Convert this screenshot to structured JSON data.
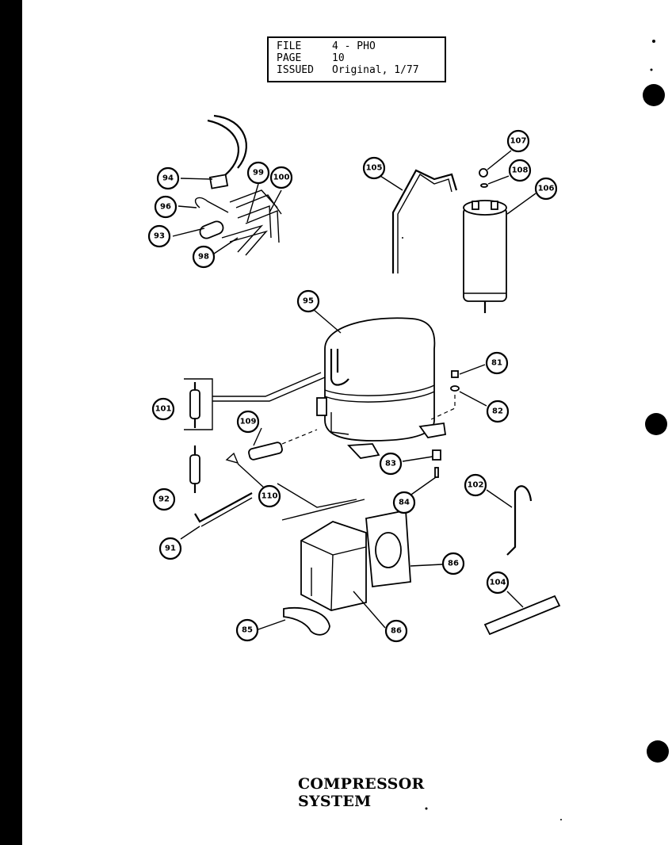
{
  "header": {
    "file_label": "FILE",
    "file_value": "4 - PHO",
    "page_label": "PAGE",
    "page_value": "10",
    "issued_label": "ISSUED",
    "issued_value": "Original, 1/77"
  },
  "title": "COMPRESSOR SYSTEM",
  "callouts": [
    "94",
    "99",
    "100",
    "96",
    "93",
    "98",
    "105",
    "107",
    "108",
    "106",
    "95",
    "81",
    "101",
    "109",
    "82",
    "83",
    "92",
    "110",
    "84",
    "102",
    "91",
    "86",
    "104",
    "85",
    "86"
  ]
}
